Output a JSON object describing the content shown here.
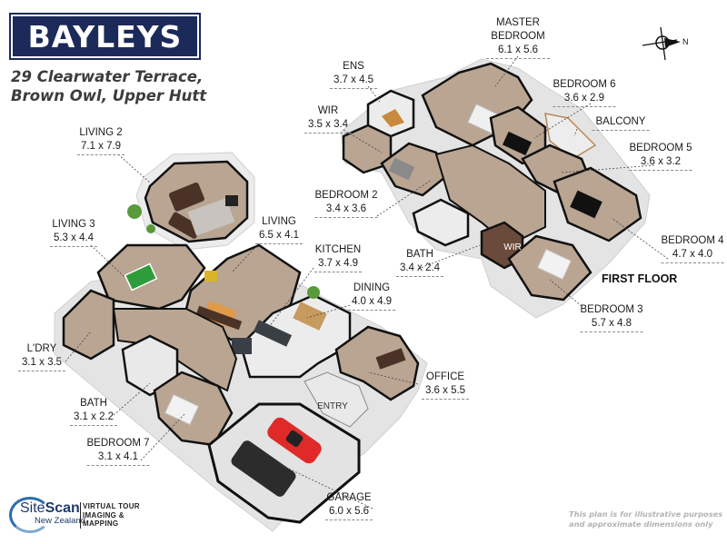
{
  "brand": {
    "name": "BAYLEYS",
    "color": "#1c2a5a"
  },
  "address": {
    "line1": "29 Clearwater Terrace,",
    "line2": "Brown Owl, Upper Hutt"
  },
  "compass": {
    "label": "N"
  },
  "first_floor": {
    "title": "FIRST FLOOR",
    "rooms": [
      {
        "name": "MASTER BEDROOM",
        "dim": "6.1 x 5.6"
      },
      {
        "name": "ENS",
        "dim": "3.7 x 4.5"
      },
      {
        "name": "WIR",
        "dim": "3.5 x 3.4"
      },
      {
        "name": "BEDROOM 6",
        "dim": "3.6 x 2.9"
      },
      {
        "name": "BALCONY",
        "dim": ""
      },
      {
        "name": "BEDROOM 5",
        "dim": "3.6 x 3.2"
      },
      {
        "name": "BEDROOM 2",
        "dim": "3.4 x 3.6"
      },
      {
        "name": "BEDROOM 4",
        "dim": "4.7 x 4.0"
      },
      {
        "name": "BATH",
        "dim": "3.4 x 2.4"
      },
      {
        "name": "WIR",
        "dim": ""
      },
      {
        "name": "BEDROOM 3",
        "dim": "5.7 x 4.8"
      }
    ]
  },
  "ground_floor": {
    "rooms": [
      {
        "name": "LIVING 2",
        "dim": "7.1 x 7.9"
      },
      {
        "name": "LIVING 3",
        "dim": "5.3 x 4.4"
      },
      {
        "name": "LIVING",
        "dim": "6.5 x 4.1"
      },
      {
        "name": "KITCHEN",
        "dim": "3.7 x 4.9"
      },
      {
        "name": "DINING",
        "dim": "4.0 x 4.9"
      },
      {
        "name": "L'DRY",
        "dim": "3.1 x 3.5"
      },
      {
        "name": "OFFICE",
        "dim": "3.6 x 5.5"
      },
      {
        "name": "ENTRY",
        "dim": ""
      },
      {
        "name": "BATH",
        "dim": "3.1 x 2.2"
      },
      {
        "name": "BEDROOM 7",
        "dim": "3.1 x 4.1"
      },
      {
        "name": "GARAGE",
        "dim": "6.0 x 5.6"
      }
    ]
  },
  "credits": {
    "logo_site": "Site",
    "logo_scan": "Scan",
    "logo_country": "New Zealand",
    "logo_tag1": "VIRTUAL TOUR",
    "logo_tag2": "IMAGING & MAPPING"
  },
  "disclaimer": {
    "line1": "This plan is for illustrative purposes",
    "line2": "and approximate dimensions only"
  },
  "colors": {
    "floor": "#b9a592",
    "wall": "#111111",
    "wall_side": "#e6e6e6",
    "tile": "#e9e9e9"
  }
}
